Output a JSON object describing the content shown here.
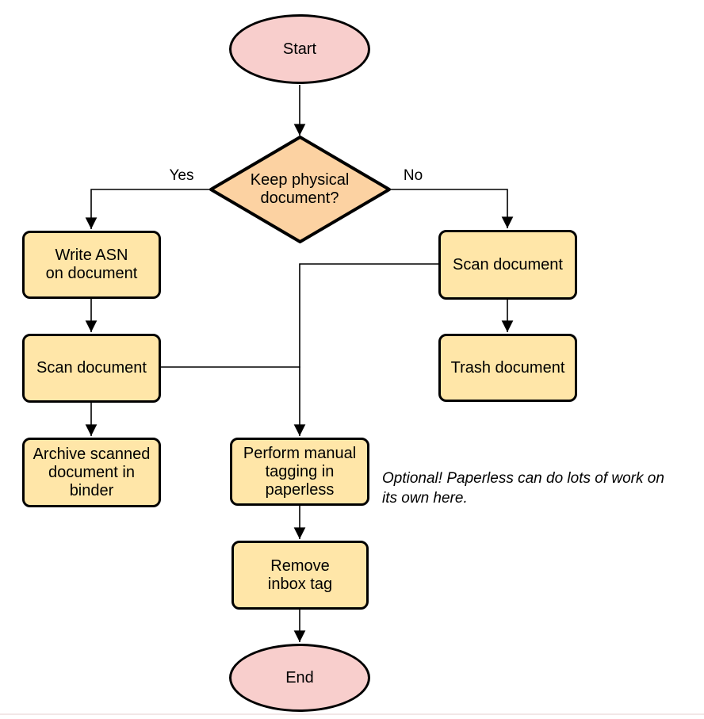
{
  "nodes": {
    "start": {
      "label": "Start",
      "type": "terminator"
    },
    "decision": {
      "label": "Keep physical\ndocument?",
      "type": "decision"
    },
    "write_asn": {
      "label": "Write ASN\non document",
      "type": "process"
    },
    "scan_left": {
      "label": "Scan document",
      "type": "process"
    },
    "archive": {
      "label": "Archive scanned\ndocument in\nbinder",
      "type": "process"
    },
    "scan_right": {
      "label": "Scan document",
      "type": "process"
    },
    "trash": {
      "label": "Trash document",
      "type": "process"
    },
    "tagging": {
      "label": "Perform manual\ntagging in\npaperless",
      "type": "process"
    },
    "remove_tag": {
      "label": "Remove\ninbox tag",
      "type": "process"
    },
    "end": {
      "label": "End",
      "type": "terminator"
    }
  },
  "edge_labels": {
    "yes": "Yes",
    "no": "No"
  },
  "note": {
    "text": "Optional! Paperless can do lots of work on\nits own here."
  },
  "colors": {
    "terminator_fill": "#F8CECC",
    "decision_fill": "#FCD2A2",
    "process_fill": "#FFE6A8",
    "stroke": "#000000",
    "bottom_rule": "#F2E7E7"
  }
}
